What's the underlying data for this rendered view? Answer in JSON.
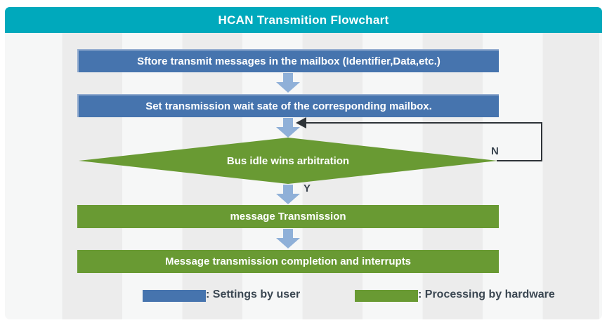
{
  "header": {
    "title": "HCAN Transmition Flowchart"
  },
  "flow": {
    "step1": "Sftore transmit messages in the mailbox (Identifier,Data,etc.)",
    "step2": "Set transmission wait sate of the corresponding mailbox.",
    "decision": "Bus idle wins arbitration",
    "yes_label": "Y",
    "no_label": "N",
    "step3": "message Transmission",
    "step4": "Message transmission completion and interrupts"
  },
  "legend": {
    "user": ": Settings by user",
    "hardware": ": Processing by hardware"
  },
  "colors": {
    "header_teal": "#00a9bc",
    "user_blue": "#4674ae",
    "hardware_green": "#699a33",
    "arrow_blue": "#8fb0d8",
    "label_dark": "#3b4752",
    "loop_line": "#2e3338",
    "stripe_light": "#f6f7f7",
    "stripe_dark": "#ececec"
  }
}
